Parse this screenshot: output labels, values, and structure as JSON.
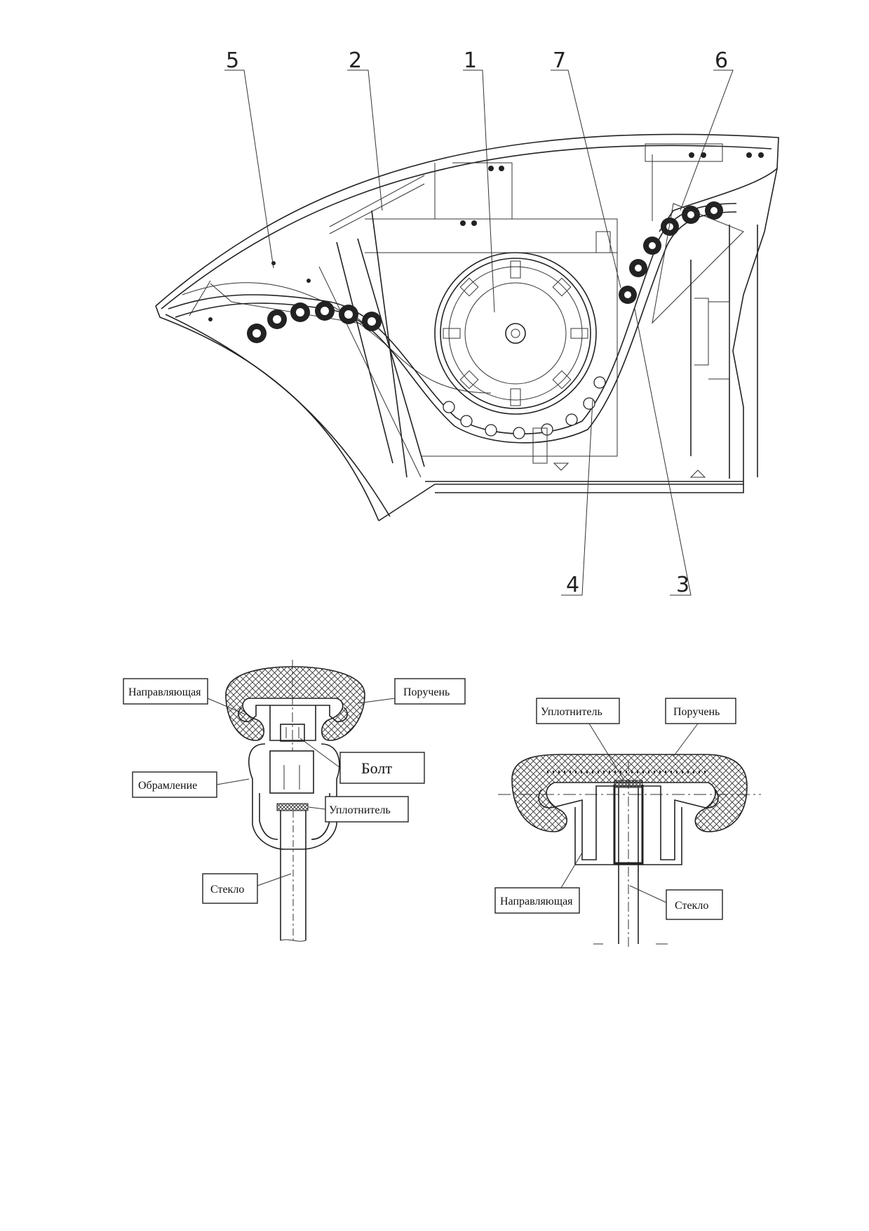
{
  "figure1": {
    "callouts": [
      "1",
      "2",
      "3",
      "4",
      "5",
      "6",
      "7"
    ]
  },
  "figure2": {
    "labels": {
      "guide": "Направляющая",
      "handrail": "Поручень",
      "bolt": "Болт",
      "frame": "Обрамление",
      "seal": "Уплотнитель",
      "glass": "Стекло"
    }
  },
  "figure3": {
    "labels": {
      "seal": "Уплотнитель",
      "handrail": "Поручень",
      "guide": "Направляющая",
      "glass": "Стекло"
    }
  }
}
